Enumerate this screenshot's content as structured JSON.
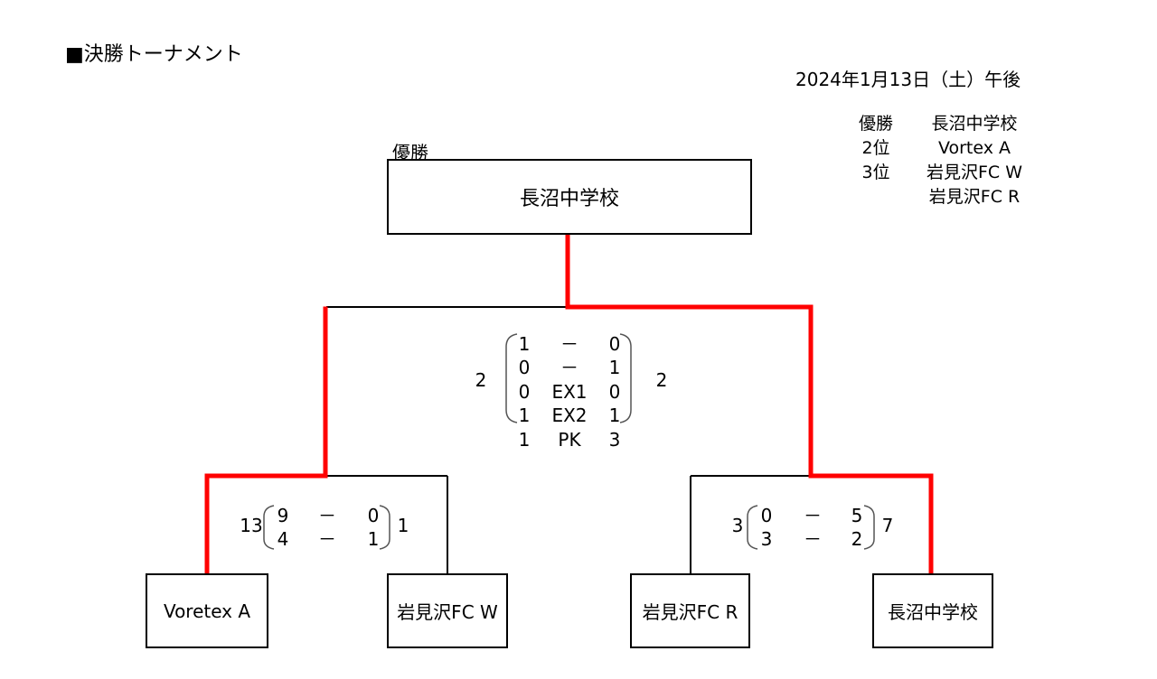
{
  "header": {
    "title": "■決勝トーナメント",
    "date": "2024年1月13日（土）午後"
  },
  "results": [
    {
      "rank": "優勝",
      "team": "長沼中学校"
    },
    {
      "rank": "2位",
      "team": "Vortex A"
    },
    {
      "rank": "3位",
      "team": "岩見沢FC W"
    },
    {
      "rank": "",
      "team": "岩見沢FC R"
    }
  ],
  "bracket": {
    "winner_label": "優勝",
    "champion": "長沼中学校",
    "teams": [
      "Voretex A",
      "岩見沢FC W",
      "岩見沢FC R",
      "長沼中学校"
    ],
    "final": {
      "left_total": "2",
      "right_total": "2",
      "periods": [
        {
          "l": "1",
          "label": "－",
          "r": "0"
        },
        {
          "l": "0",
          "label": "－",
          "r": "1"
        },
        {
          "l": "0",
          "label": "EX1",
          "r": "0"
        },
        {
          "l": "1",
          "label": "EX2",
          "r": "1"
        },
        {
          "l": "1",
          "label": "PK",
          "r": "3"
        }
      ]
    },
    "semi1": {
      "left_total": "13",
      "right_total": "1",
      "periods": [
        {
          "l": "9",
          "label": "－",
          "r": "0"
        },
        {
          "l": "4",
          "label": "－",
          "r": "1"
        }
      ]
    },
    "semi2": {
      "left_total": "3",
      "right_total": "7",
      "periods": [
        {
          "l": "0",
          "label": "－",
          "r": "5"
        },
        {
          "l": "3",
          "label": "－",
          "r": "2"
        }
      ]
    }
  },
  "colors": {
    "winner_path": "#ff0000",
    "line": "#000000"
  }
}
